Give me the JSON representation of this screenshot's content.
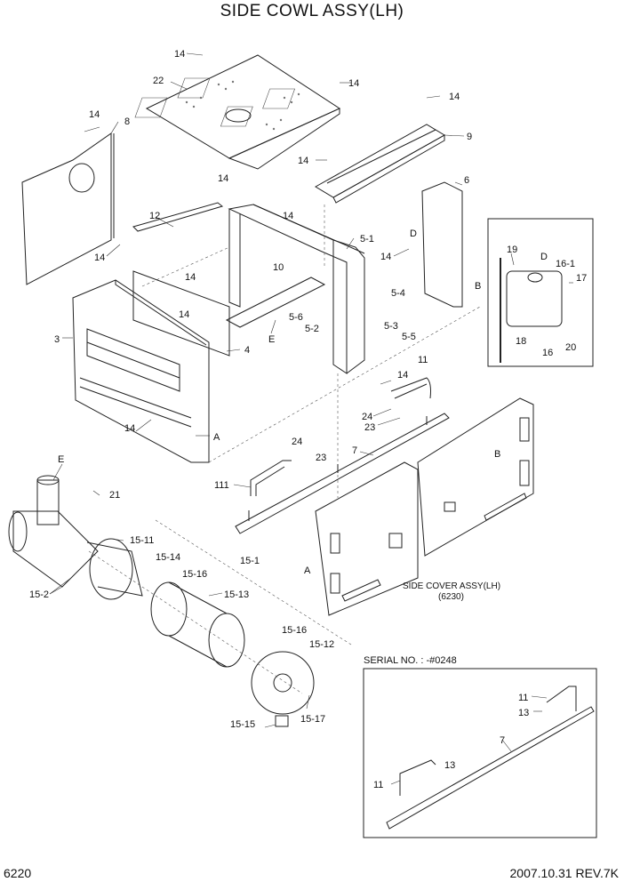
{
  "title": "SIDE COWL ASSY(LH)",
  "page_number": "6220",
  "revision": "2007.10.31  REV.7K",
  "serial_note": "SERIAL NO. : -#0248",
  "side_cover_note": [
    "SIDE COVER ASSY(LH)",
    "(6230)"
  ],
  "callouts": {
    "c14a": "14",
    "c22": "22",
    "c14b": "14",
    "c14c": "14",
    "c14d": "14",
    "c8": "8",
    "c9": "9",
    "c14e": "14",
    "c14f": "14",
    "c12": "12",
    "c14g": "14",
    "c6": "6",
    "c14h": "14",
    "cD1": "D",
    "c51": "5-1",
    "c14i": "14",
    "c14j": "14",
    "c10": "10",
    "c54": "5-4",
    "c19": "19",
    "cD2": "D",
    "c161": "16-1",
    "c17": "17",
    "cB1": "B",
    "c3": "3",
    "c14k": "14",
    "c56": "5-6",
    "c52": "5-2",
    "cE1": "E",
    "c4": "4",
    "c53": "5-3",
    "c55": "5-5",
    "c18": "18",
    "c20": "20",
    "c16": "16",
    "c14l": "14",
    "c11": "11",
    "c24a": "24",
    "c23a": "23",
    "c14m": "14",
    "cA1": "A",
    "c24b": "24",
    "c7": "7",
    "c23b": "23",
    "cB2": "B",
    "cE2": "E",
    "c111": "111",
    "c21": "21",
    "c1511": "15-11",
    "c151": "15-1",
    "c1514": "15-14",
    "c1516a": "15-16",
    "c152": "15-2",
    "c1513": "15-13",
    "cA2": "A",
    "c1516b": "15-16",
    "c1512": "15-12",
    "c1515": "15-15",
    "c1517": "15-17",
    "c11b": "11",
    "c13a": "13",
    "c7b": "7",
    "c13b": "13",
    "c11c": "11"
  }
}
